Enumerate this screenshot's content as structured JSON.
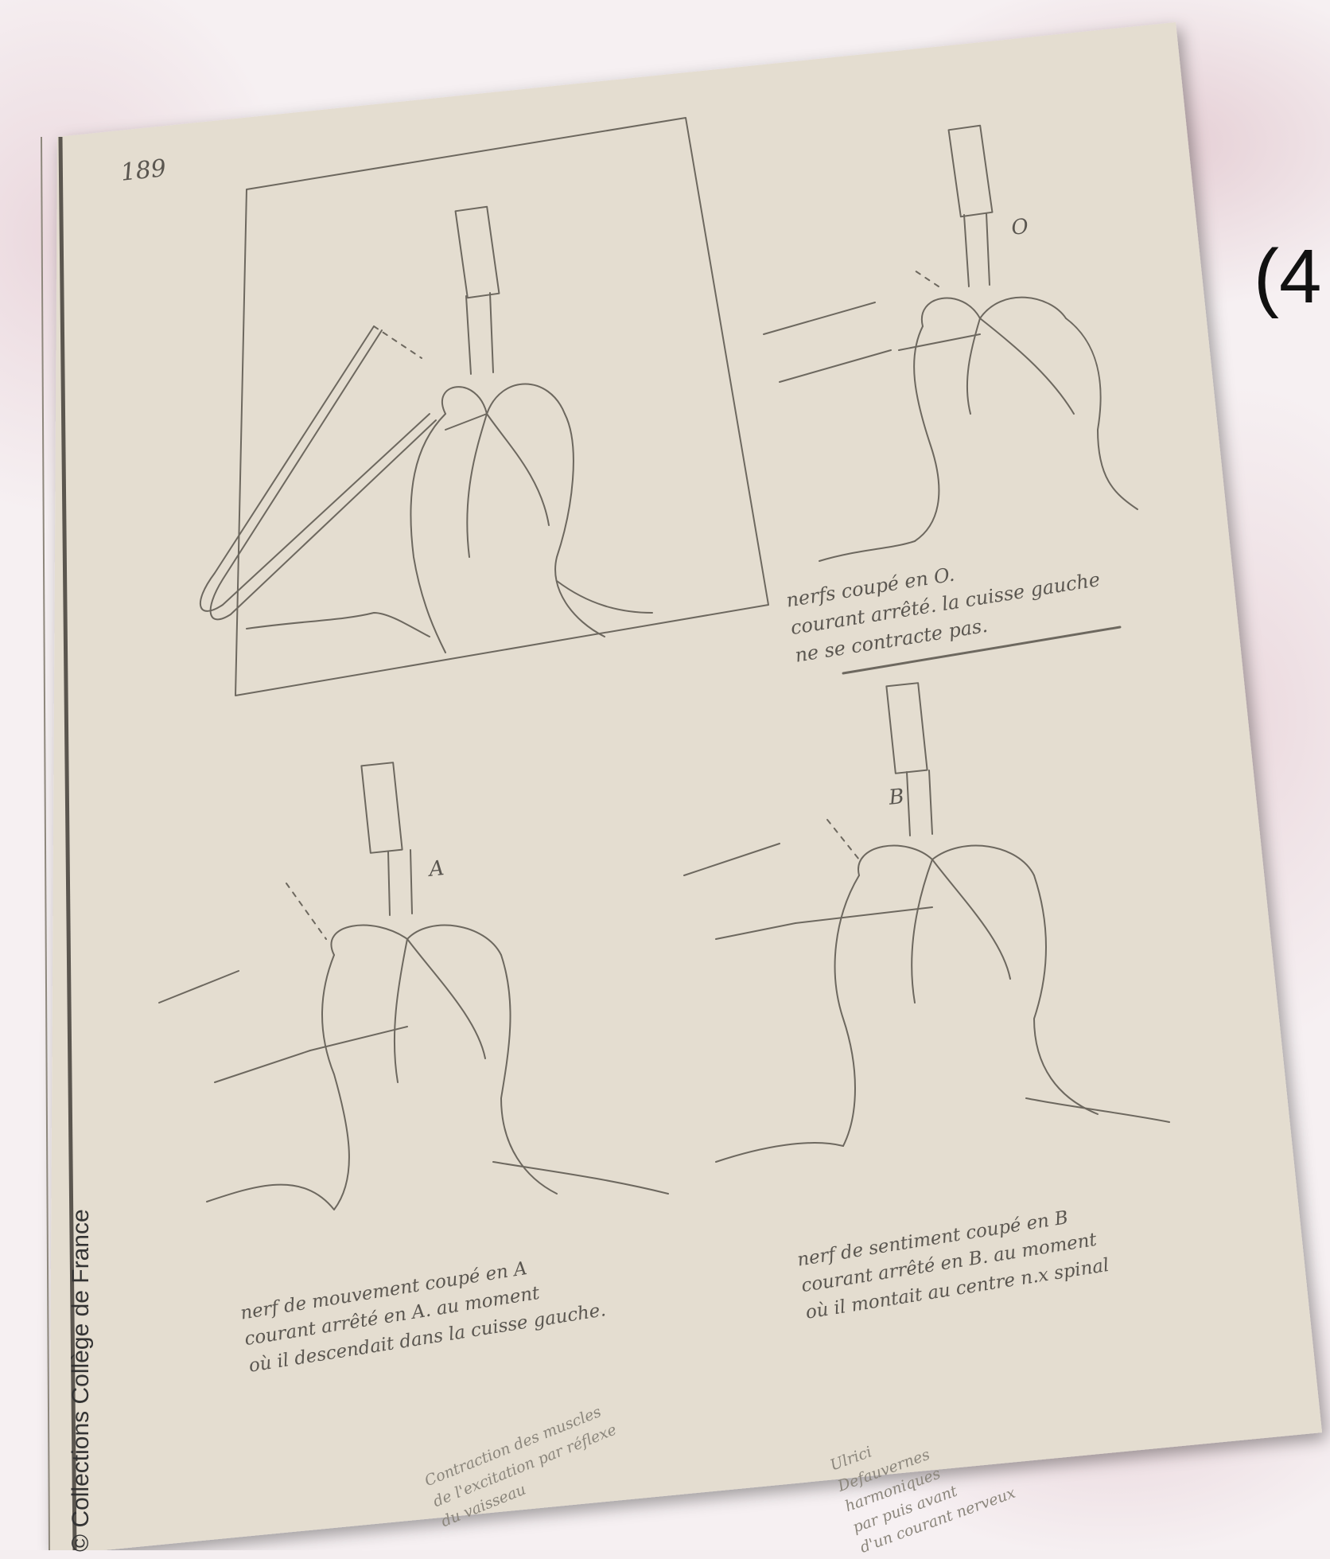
{
  "credit": "© Collections Collège de France",
  "figure_label": "(4",
  "page_number": "189",
  "captions": {
    "top_right": [
      "nerfs coupé en O.",
      "courant arrêté. la cuisse gauche",
      "ne se contracte pas."
    ],
    "bottom_left": [
      "nerf de mouvement coupé en A",
      "courant arrêté en A. au moment",
      "où il descendait dans la cuisse gauche."
    ],
    "bottom_right": [
      "nerf de sentiment coupé en B",
      "courant arrêté en B. au moment",
      "où il montait au centre n.x spinal"
    ],
    "bottom_left_note": [
      "Contraction des muscles",
      "de l'excitation par réflexe",
      "du vaisseau"
    ],
    "bottom_right_note": [
      "Ulrici",
      "Defauvernes",
      "harmoniques",
      "par puis avant",
      "d'un courant nerveux"
    ]
  },
  "letters": {
    "o": "O",
    "a": "A",
    "b": "B"
  },
  "colors": {
    "paper": "#e4ddd0",
    "pencil": "#5a5650",
    "background": "#f6f0f2"
  }
}
